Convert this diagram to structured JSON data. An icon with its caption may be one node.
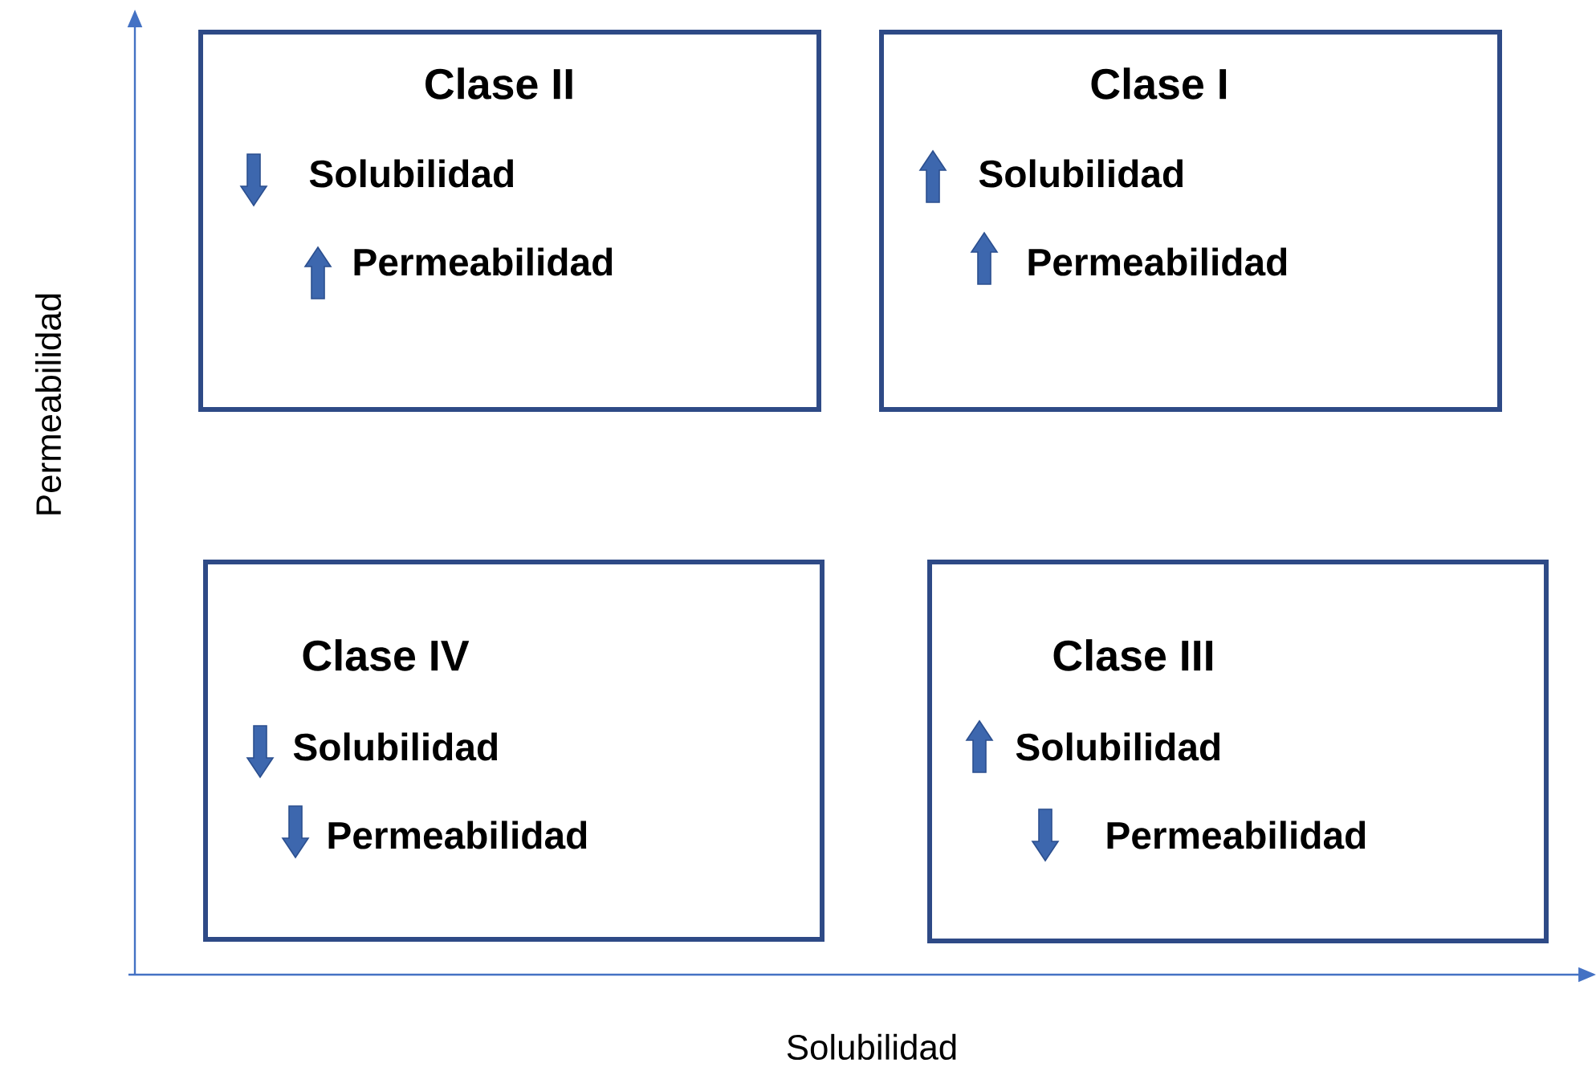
{
  "diagram": {
    "nodes": [
      {
        "text": [
          "Clase II",
          "Solubilidad",
          "Permeabilidad"
        ]
      },
      {
        "text": [
          "Clase I",
          "Solubilidad",
          "Permeabilidad"
        ]
      },
      {
        "text": [
          "Clase IV",
          "Solubilidad",
          "Permeabilidad"
        ]
      },
      {
        "text": [
          "Clase III",
          "Solubilidad",
          "Permeabilidad"
        ]
      }
    ],
    "labels": [
      "Permeabilidad",
      "Solubilidad"
    ]
  }
}
